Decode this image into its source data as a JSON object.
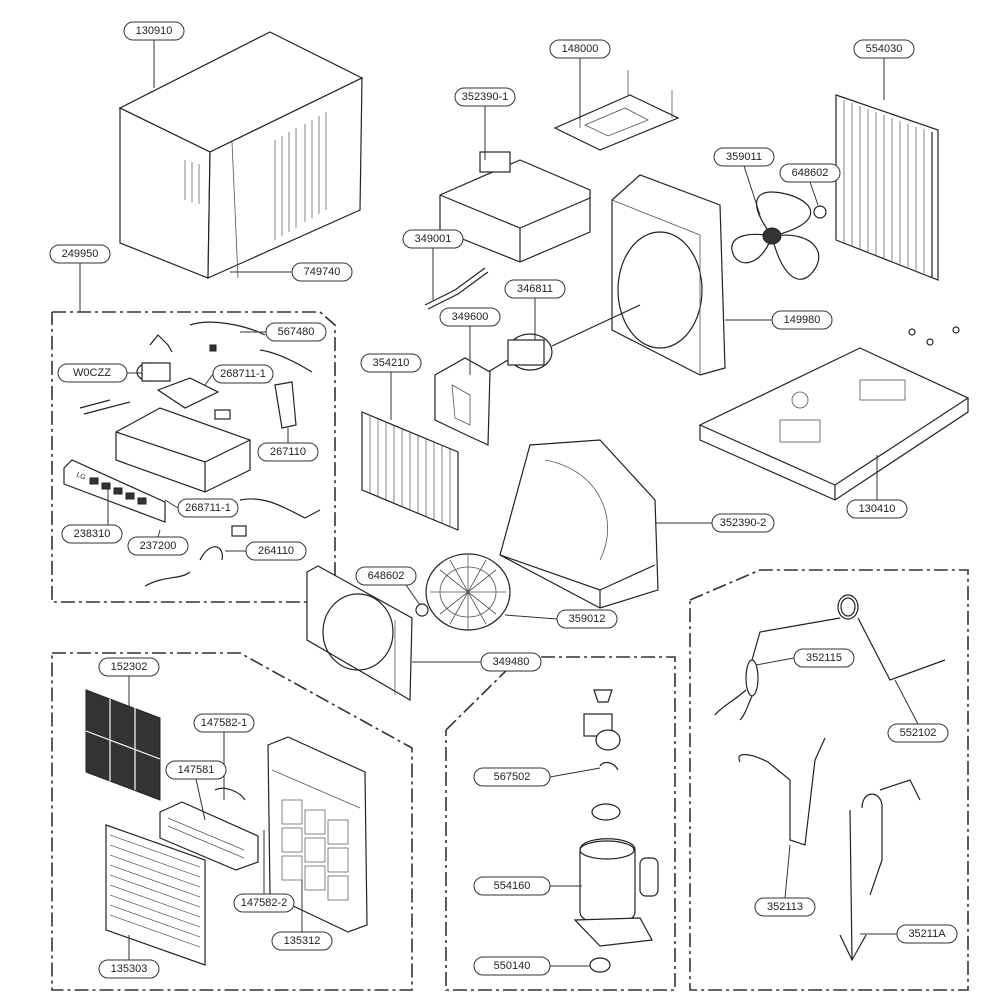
{
  "parts": {
    "p130910": "130910",
    "p749740": "749740",
    "p249950": "249950",
    "p567480": "567480",
    "pW0CZZ": "W0CZZ",
    "p268711a": "268711-1",
    "p267110": "267110",
    "p238310": "238310",
    "p268711b": "268711-1",
    "p237200": "237200",
    "p264110": "264110",
    "p352390a": "352390-1",
    "p148000": "148000",
    "p554030": "554030",
    "p359011": "359011",
    "p648602a": "648602",
    "p349001": "349001",
    "p346811": "346811",
    "p349600": "349600",
    "p149980": "149980",
    "p354210": "354210",
    "p130410": "130410",
    "p352390b": "352390-2",
    "p648602b": "648602",
    "p359012": "359012",
    "p349480": "349480",
    "p152302": "152302",
    "p147582a": "147582-1",
    "p147581": "147581",
    "p147582b": "147582-2",
    "p135312": "135312",
    "p135303": "135303",
    "p567502": "567502",
    "p554160": "554160",
    "p550140": "550140",
    "p352115": "352115",
    "p552102": "552102",
    "p352113": "352113",
    "p35211A": "35211A"
  },
  "control_logo": "LG"
}
